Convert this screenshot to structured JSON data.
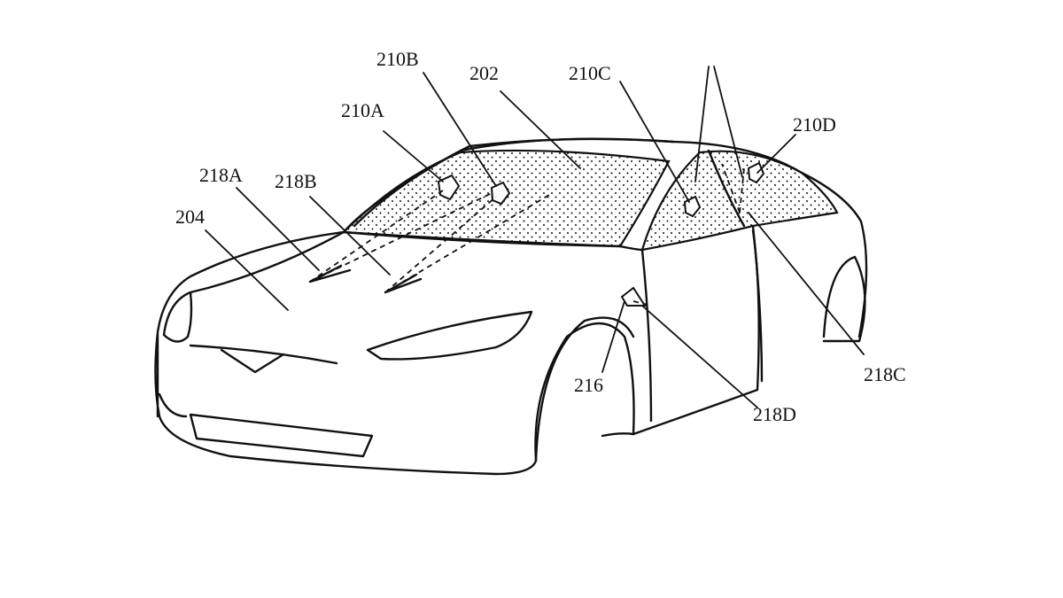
{
  "figure": {
    "labels": {
      "l210B": "210B",
      "l202": "202",
      "l210C": "210C",
      "l210A": "210A",
      "l210D": "210D",
      "l218A": "218A",
      "l218B": "218B",
      "l204": "204",
      "l216": "216",
      "l218C": "218C",
      "l218D": "218D"
    },
    "colors": {
      "line": "#111111",
      "background": "#ffffff"
    }
  }
}
